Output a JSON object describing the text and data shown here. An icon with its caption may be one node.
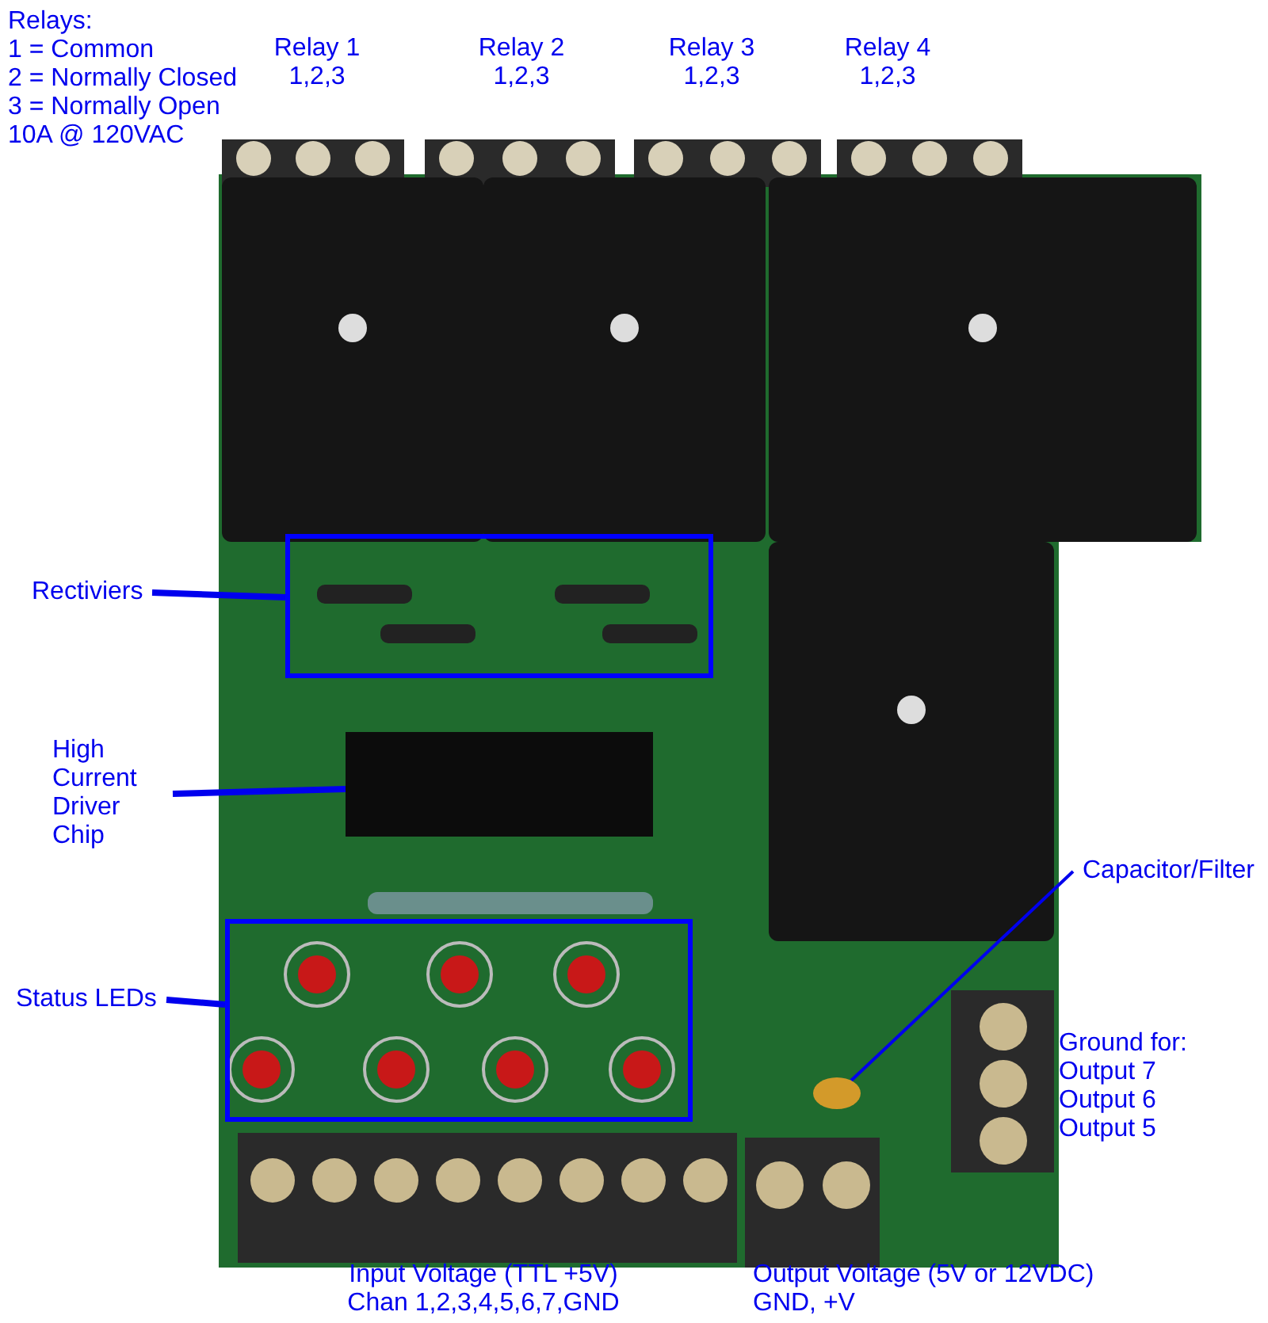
{
  "diagram": {
    "nodes": [
      {
        "text": [
          "Rectiviers"
        ]
      },
      {
        "text": [],
        "shape": "box"
      },
      {
        "text": [
          "High Current Driver Chip"
        ]
      },
      {
        "text": [],
        "shape": "box"
      },
      {
        "text": [
          "Status LEDs"
        ]
      },
      {
        "text": [],
        "shape": "box"
      },
      {
        "text": [
          "Capacitor/Filter"
        ]
      },
      {
        "text": [],
        "shape": "circle"
      }
    ],
    "edges": [
      {
        "from": 0,
        "to": 1,
        "arrow": "none"
      },
      {
        "from": 2,
        "to": 3,
        "arrow": "none"
      },
      {
        "from": 4,
        "to": 5,
        "arrow": "none"
      },
      {
        "from": 6,
        "to": 7,
        "arrow": "none"
      }
    ],
    "labels": [
      "Relays:",
      "1 = Common",
      "2 = Normally Closed",
      "3 = Normally Open",
      "10A @ 120VAC",
      "Relay 1",
      "1,2,3",
      "Relay 2",
      "1,2,3",
      "Relay 3",
      "1,2,3",
      "Relay 4",
      "1,2,3",
      "Ground for:",
      "Output 7",
      "Output 6",
      "Output 5",
      "Input Voltage (TTL +5V)",
      "Chan 1,2,3,4,5,6,7,GND",
      "Output Voltage (5V or 12VDC)",
      "GND, +V"
    ]
  }
}
